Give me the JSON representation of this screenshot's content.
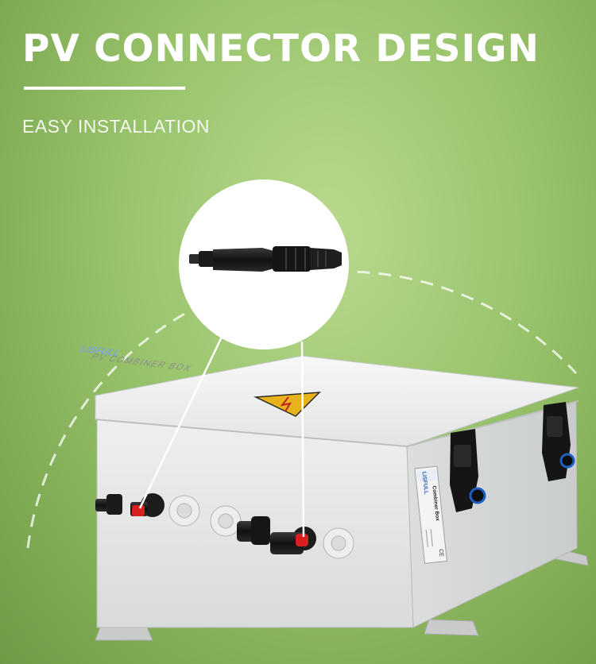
{
  "heading": {
    "title": "PV CONNECTOR DESIGN",
    "subtitle": "EASY INSTALLATION"
  },
  "product": {
    "brand": "LISFULL",
    "lid_label": "PV COMBINER BOX",
    "nameplate_brand": "LISFULL",
    "nameplate_title": "Combiner Box",
    "cert_mark": "CE"
  },
  "colors": {
    "background_light": "#b9d98e",
    "background_dark": "#6f9a45",
    "box_body": "#e6e7e7",
    "connector_cap": "#d81e1e",
    "latch_button": "#1f5fbf"
  }
}
